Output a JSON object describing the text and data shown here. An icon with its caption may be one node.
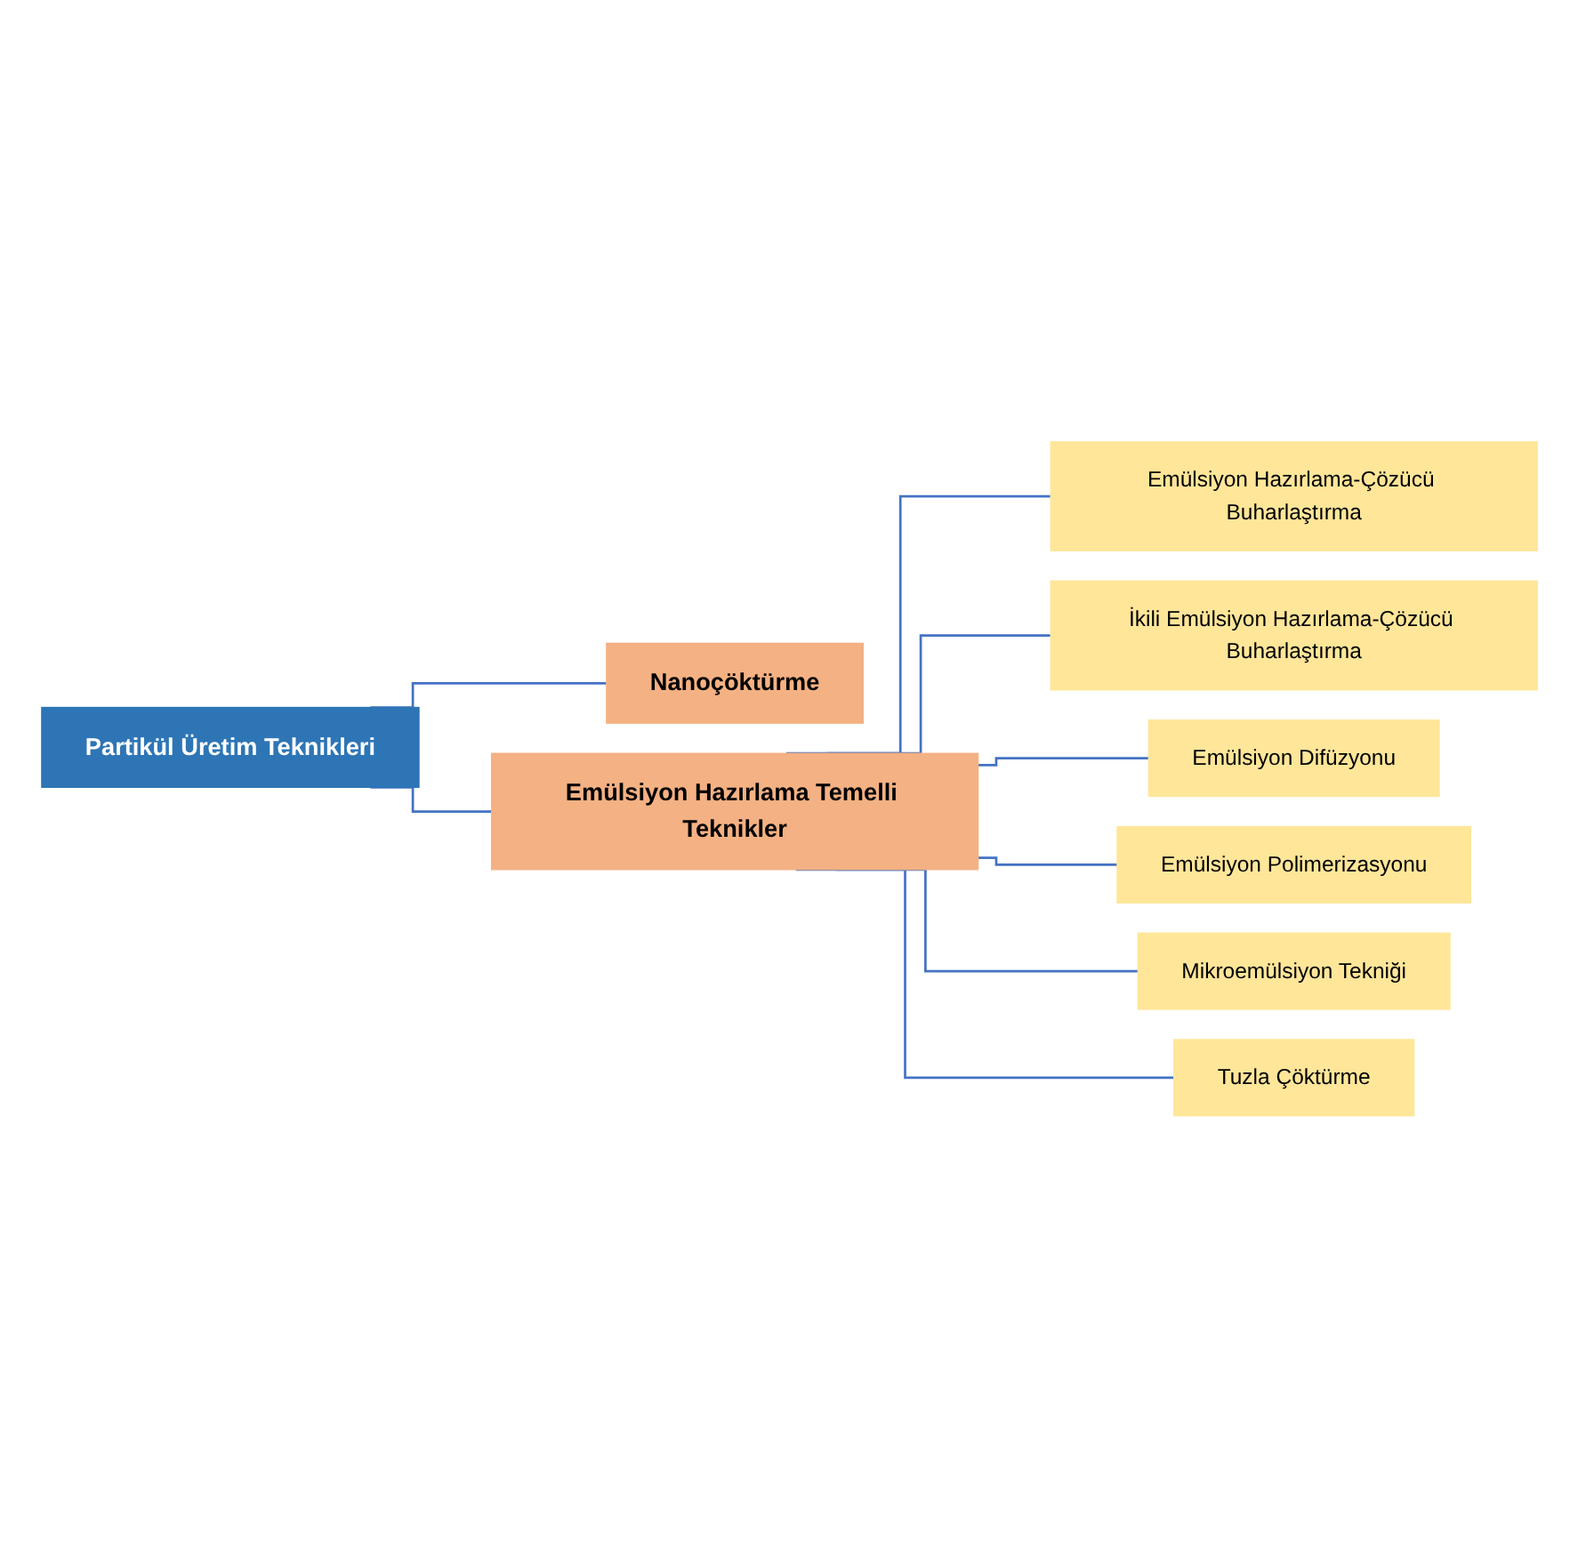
{
  "diagram": {
    "nodes": [
      {
        "text": [
          "Partikül Üretim Teknikleri"
        ]
      },
      {
        "text": [
          "Nanoçöktürme"
        ]
      },
      {
        "text": [
          "Emülsiyon Hazırlama Temelli Teknikler"
        ]
      },
      {
        "text": [
          "Emülsiyon Hazırlama-Çözücü Buharlaştırma"
        ]
      },
      {
        "text": [
          "İkili Emülsiyon Hazırlama-Çözücü Buharlaştırma"
        ]
      },
      {
        "text": [
          "Emülsiyon Difüzyonu"
        ]
      },
      {
        "text": [
          "Emülsiyon Polimerizasyonu"
        ]
      },
      {
        "text": [
          "Mikroemülsiyon Tekniği"
        ]
      },
      {
        "text": [
          "Tuzla Çöktürme"
        ]
      }
    ],
    "edges": [
      {
        "from": 0,
        "to": 1,
        "arrow": "none"
      },
      {
        "from": 0,
        "to": 2,
        "arrow": "none"
      },
      {
        "from": 2,
        "to": 3,
        "arrow": "none"
      },
      {
        "from": 2,
        "to": 4,
        "arrow": "none"
      },
      {
        "from": 2,
        "to": 5,
        "arrow": "none"
      },
      {
        "from": 2,
        "to": 6,
        "arrow": "none"
      },
      {
        "from": 2,
        "to": 7,
        "arrow": "none"
      },
      {
        "from": 2,
        "to": 8,
        "arrow": "none"
      }
    ]
  }
}
